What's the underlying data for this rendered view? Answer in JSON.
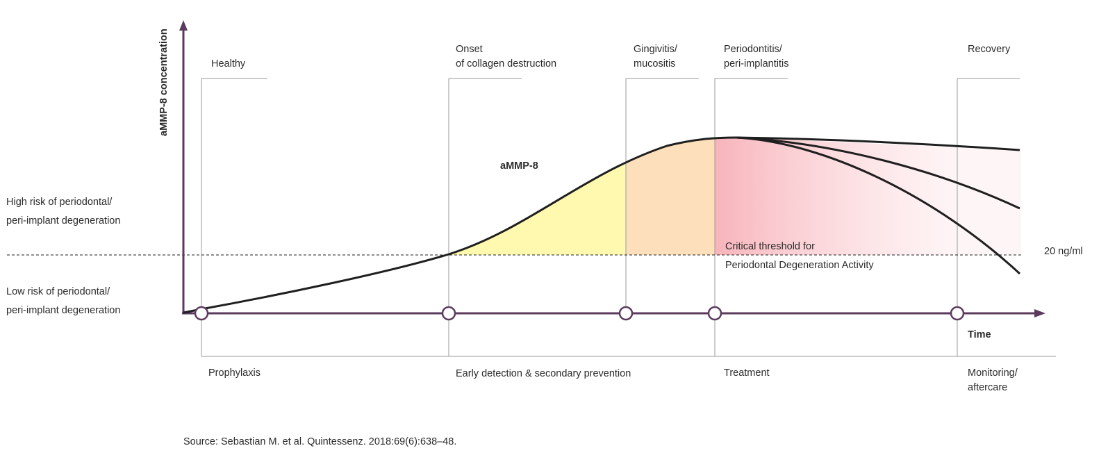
{
  "y_axis_label": "aMMP-8 concentration",
  "x_axis_label": "Time",
  "curve_label": "aMMP-8",
  "stages_top": [
    {
      "lines": [
        "Healthy"
      ]
    },
    {
      "lines": [
        "Onset",
        "of collagen destruction"
      ]
    },
    {
      "lines": [
        "Gingivitis/",
        "mucositis"
      ]
    },
    {
      "lines": [
        "Periodontitis/",
        "peri-implantitis"
      ]
    },
    {
      "lines": [
        "Recovery"
      ]
    }
  ],
  "stages_bottom": [
    {
      "lines": [
        "Prophylaxis"
      ]
    },
    {
      "lines": [
        "Early detection & secondary prevention"
      ]
    },
    {
      "lines": [
        "Treatment"
      ]
    },
    {
      "lines": [
        "Monitoring/",
        "aftercare"
      ]
    }
  ],
  "risk_high": {
    "lines": [
      "High risk of periodontal/",
      "peri-implant degeneration"
    ]
  },
  "risk_low": {
    "lines": [
      "Low risk of periodontal/",
      "peri-implant degeneration"
    ]
  },
  "threshold": {
    "lines": [
      "Critical threshold for",
      "Periodontal Degeneration Activity"
    ],
    "value_label": "20 ng/ml"
  },
  "source": "Source: Sebastian M. et al. Quintessenz. 2018:69(6):638–48.",
  "colors": {
    "axis": "#5b3a5e",
    "curve": "#1f1f1f",
    "guide": "#9a9a9a",
    "fill_early": "#fff9b0",
    "fill_gingivitis": "#fde0bb",
    "fill_periodontitis": "#f8b9bf"
  }
}
